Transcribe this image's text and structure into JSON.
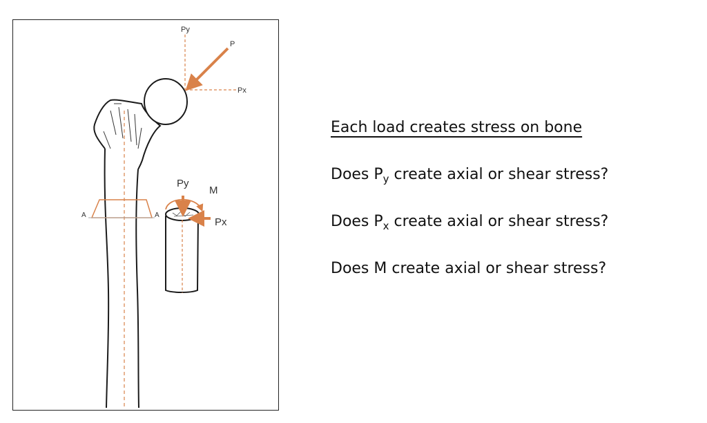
{
  "figure": {
    "labels": {
      "py_top": "Py",
      "p": "P",
      "px_top": "Px",
      "section_left": "A",
      "section_right": "A",
      "py_section": "Py",
      "m": "M",
      "px_section": "Px"
    },
    "colors": {
      "load": "#d9824a",
      "outline": "#1a1a1a",
      "dash": "#d9824a",
      "guide": "#aaaaaa"
    }
  },
  "text": {
    "heading": "Each load creates stress on bone",
    "questions": [
      {
        "pre": "Does P",
        "sub": "y",
        "post": " create axial or shear stress?"
      },
      {
        "pre": "Does P",
        "sub": "x",
        "post": " create axial or shear stress?"
      },
      {
        "pre": "Does M create axial or shear stress?",
        "sub": "",
        "post": ""
      }
    ]
  }
}
